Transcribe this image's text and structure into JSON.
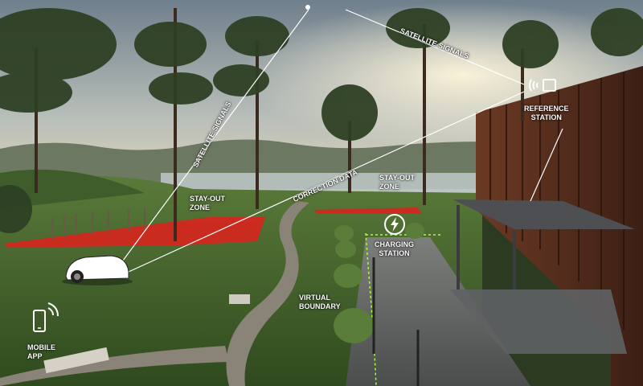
{
  "labels": {
    "satellite_signals_left": "SATELLITE SIGNALS",
    "satellite_signals_right": "SATELLITE SIGNALS",
    "reference_station": [
      "REFERENCE",
      "STATION"
    ],
    "correction_data": "CORRECTION DATA",
    "stay_out_zone_left": [
      "STAY-OUT",
      "ZONE"
    ],
    "stay_out_zone_right": [
      "STAY-OUT",
      "ZONE"
    ],
    "charging_station": [
      "CHARGING",
      "STATION"
    ],
    "virtual_boundary": [
      "VIRTUAL",
      "BOUNDARY"
    ],
    "mobile_app": [
      "MOBILE",
      "APP"
    ]
  },
  "icons": [
    "satellite-signal-icon",
    "reference-station-icon",
    "charging-icon",
    "mobile-phone-icon",
    "robot-mower-icon"
  ],
  "colors": {
    "stay_out_zone": "#e0201c",
    "virtual_boundary": "#a8ff3a",
    "label_text": "#ffffff",
    "signal_line": "#ffffff"
  }
}
